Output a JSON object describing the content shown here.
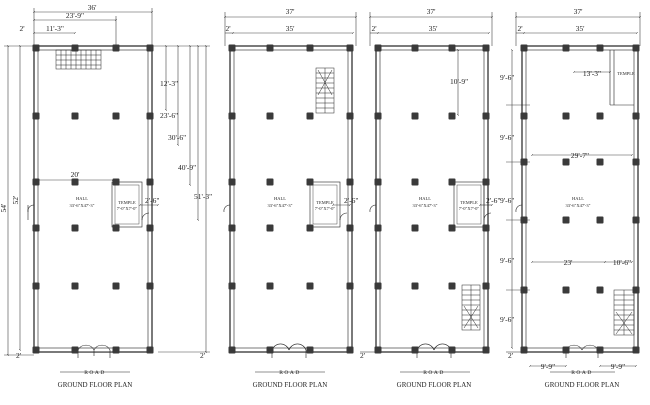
{
  "drawing": {
    "plans": [
      {
        "title": "GROUND FLOOR PLAN",
        "road": "ROAD",
        "hall_name": "HALL",
        "hall_size": "33'-6\"X47'-3\"",
        "temple_name": "TEMPLE",
        "temple_size": "7'-0\"X7'-0\"",
        "dims": {
          "overall_width": "36'",
          "inner_width": "23'-9\"",
          "left_segment": "11'-3\"",
          "left_setback": "2'",
          "depth_outer": "54'",
          "depth_inner": "52'",
          "right_1": "12'-3\"",
          "right_2": "23'-6\"",
          "right_3": "30'-6\"",
          "right_4": "40'-9\"",
          "right_5": "51'-3\"",
          "hall_span": "20'",
          "temple_offset": "2'-6\"",
          "bottom_left": "2'",
          "bottom_right": "2'"
        }
      },
      {
        "title": "GROUND FLOOR PLAN",
        "road": "ROAD",
        "hall_name": "HALL",
        "hall_size": "33'-6\"X47'-3\"",
        "temple_name": "TEMPLE",
        "temple_size": "7'-0\"X7'-0\"",
        "dims": {
          "overall_width": "37'",
          "inner_width": "35'",
          "left_setback": "2'",
          "temple_offset": "2'-6\""
        }
      },
      {
        "title": "GROUND FLOOR PLAN",
        "road": "ROAD",
        "hall_name": "HALL",
        "hall_size": "33'-6\"X47'-3\"",
        "temple_name": "TEMPLE",
        "temple_size": "7'-0\"X7'-0\"",
        "dims": {
          "overall_width": "37'",
          "inner_width": "35'",
          "left_setback": "2'",
          "upper_span": "10'-9\"",
          "temple_offset": "2'-6\"",
          "bottom_left": "2'"
        }
      },
      {
        "title": "GROUND FLOOR PLAN",
        "road": "ROAD",
        "hall_name": "HALL",
        "hall_size": "33'-6\"X47'-3\"",
        "temple_name": "TEMPLE",
        "dims": {
          "overall_width": "37'",
          "inner_width": "35'",
          "left_setback": "2'",
          "temple_span": "13'-3\"",
          "hall_span_a": "29'-7\"",
          "hall_span_b": "23'",
          "stair_span": "10'-6\"",
          "bay_1": "9'-6\"",
          "bay_2": "9'-6\"",
          "bay_3": "9'-6\"",
          "bay_4": "9'-6\"",
          "bay_5": "9'-6\"",
          "bottom_a": "9'-9\"",
          "bottom_b": "9'-9\"",
          "bottom_left": "2'"
        }
      }
    ]
  }
}
